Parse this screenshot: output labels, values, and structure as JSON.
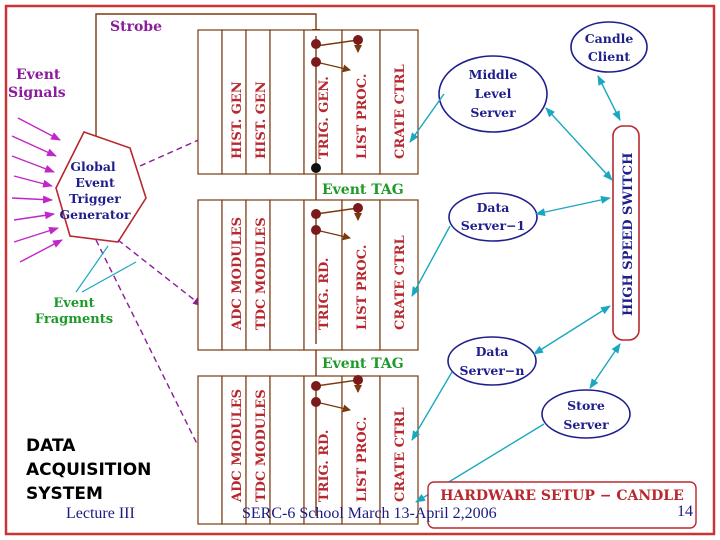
{
  "caption": {
    "line1": "DATA",
    "line2": "ACQUISITION",
    "line3": "SYSTEM"
  },
  "footer": {
    "lecture": "Lecture III",
    "school": "SERC-6 School March 13-April 2,2006",
    "page": "14"
  },
  "diagram": {
    "strobe": "Strobe",
    "event_signals_1": "Event",
    "event_signals_2": "Signals",
    "trigger_1": "Global",
    "trigger_2": "Event",
    "trigger_3": "Trigger",
    "trigger_4": "Generator",
    "fragments_1": "Event",
    "fragments_2": "Fragments",
    "crate1": [
      "HIST. GEN",
      "HIST. GEN",
      "TRIG. GEN.",
      "LIST PROC.",
      "CRATE CTRL"
    ],
    "crate2": [
      "ADC MODULES",
      "TDC MODULES",
      "TRIG. RD.",
      "LIST PROC.",
      "CRATE CTRL"
    ],
    "crate3": [
      "ADC MODULES",
      "TDC MODULES",
      "TRIG. RD.",
      "LIST PROC.",
      "CRATE CTRL"
    ],
    "event_tag": "Event TAG",
    "candle_client_1": "Candle",
    "candle_client_2": "Client",
    "mls_1": "Middle",
    "mls_2": "Level",
    "mls_3": "Server",
    "ds1_1": "Data",
    "ds1_2": "Server−1",
    "dsn_1": "Data",
    "dsn_2": "Server−n",
    "store_1": "Store",
    "store_2": "Server",
    "switch": "HIGH SPEED SWITCH",
    "hardware": "HARDWARE SETUP − CANDLE"
  },
  "colors": {
    "red": "#b8282e",
    "purple": "#8a1c9c",
    "magenta": "#c026c8",
    "green": "#1e9a2a",
    "navy": "#1e1e8c",
    "cyan": "#1aa8c0",
    "brown": "#7a3a10",
    "border": "#cc3333"
  }
}
